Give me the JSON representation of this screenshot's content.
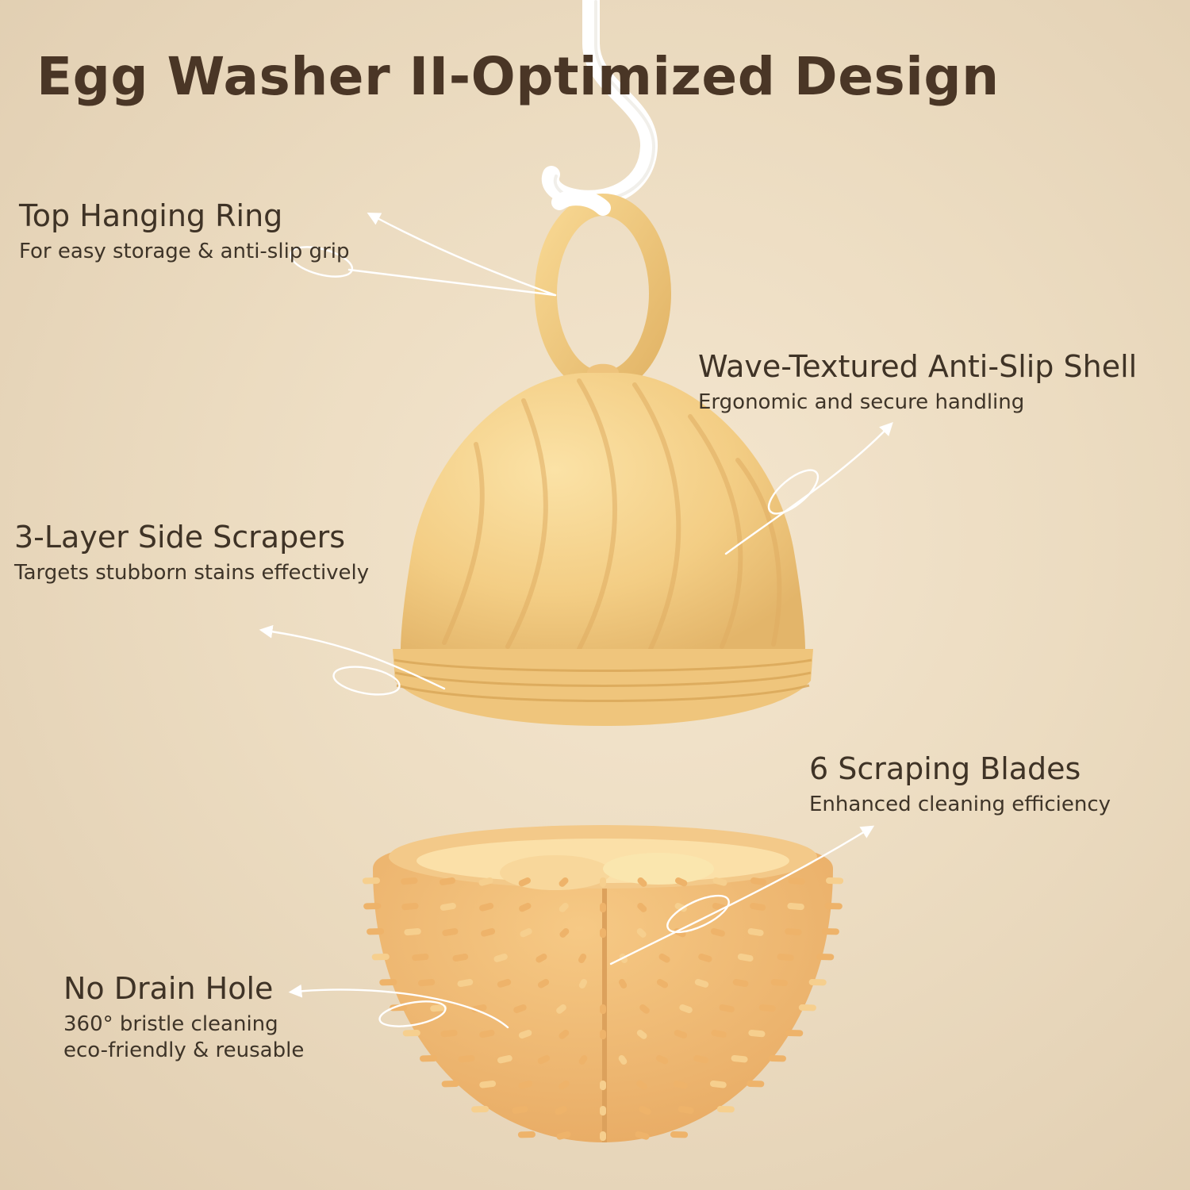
{
  "title": "Egg Washer II-Optimized Design",
  "features": {
    "hanging_ring": {
      "title": "Top Hanging Ring",
      "desc": "For easy storage & anti-slip grip"
    },
    "shell": {
      "title": "Wave-Textured Anti-Slip Shell",
      "desc": "Ergonomic and secure handling"
    },
    "scrapers": {
      "title": "3-Layer Side Scrapers",
      "desc": "Targets stubborn stains effectively"
    },
    "blades": {
      "title": "6 Scraping Blades",
      "desc": "Enhanced cleaning efficiency"
    },
    "drain": {
      "title": "No Drain Hole",
      "desc_line1": "360° bristle cleaning",
      "desc_line2": "eco-friendly & reusable"
    }
  },
  "colors": {
    "background": "#ecdcc1",
    "title": "#4a3626",
    "shell": "#f4cf86",
    "bristles": "#f2bd72",
    "hook": "#ffffff",
    "arrows": "#ffffff"
  }
}
